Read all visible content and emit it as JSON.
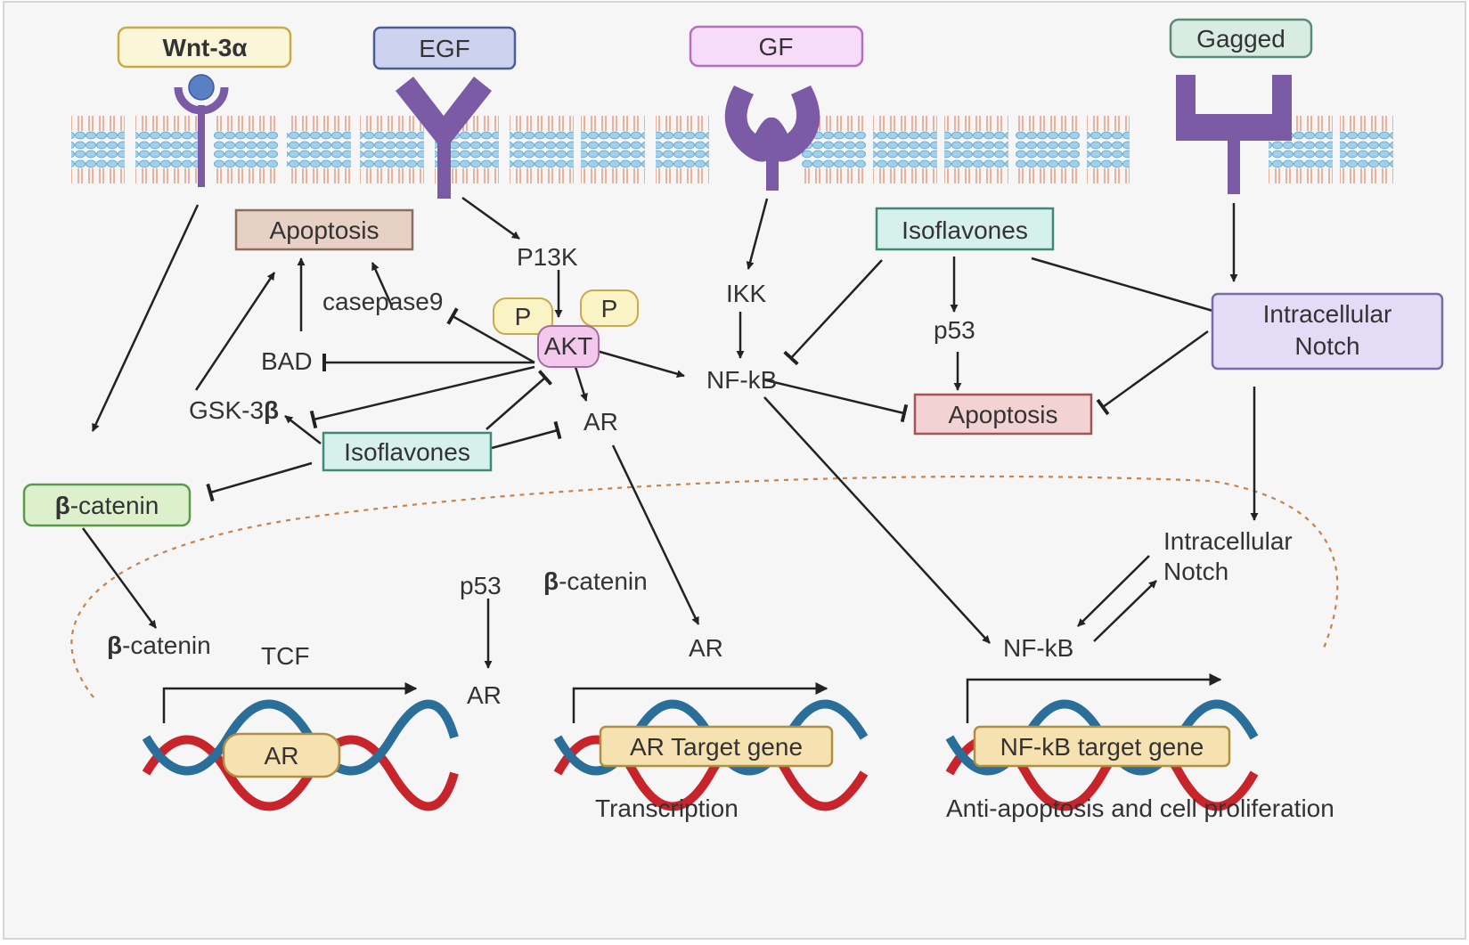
{
  "ligands": {
    "wnt": "Wnt-3α",
    "egf": "EGF",
    "gf": "GF",
    "gagged": "Gagged"
  },
  "cytoplasm": {
    "apoptosis_left": "Apoptosis",
    "pi3k": "P13K",
    "casepase9": "casepase9",
    "p_left": "P",
    "p_right": "P",
    "akt": "AKT",
    "bad": "BAD",
    "gsk3b_prefix": "GSK-3",
    "gsk3b_suffix": "β",
    "ar": "AR",
    "isoflavones_left": "Isoflavones",
    "beta_catenin_prefix": "β",
    "beta_catenin_suffix": "-catenin",
    "ikk": "IKK",
    "nfkb": "NF-kB",
    "isoflavones_right": "Isoflavones",
    "p53": "p53",
    "apoptosis_right": "Apoptosis",
    "intracellular_notch_line1": "Intracellular",
    "intracellular_notch_line2": "Notch"
  },
  "nucleus": {
    "beta_catenin_prefix": "β",
    "beta_catenin_suffix": "-catenin",
    "tcf": "TCF",
    "p53": "p53",
    "ar_center": "AR",
    "beta_catenin2_prefix": "β",
    "beta_catenin2_suffix": "-catenin",
    "ar_right": "AR",
    "intracellular_notch_line1": "Intracellular",
    "intracellular_notch_line2": "Notch",
    "nfkb": "NF-kB"
  },
  "genes": {
    "ar_gene": "AR",
    "ar_target_gene": "AR Target gene",
    "nfkb_target_gene": "NF-kB target gene"
  },
  "captions": {
    "transcription": "Transcription",
    "anti_apoptosis": "Anti-apoptosis and cell proliferation"
  },
  "colors": {
    "wnt_box": "#fbf6d8",
    "egf_box": "#cdd3ee",
    "gf_box": "#f6dcf8",
    "gagged_box": "#d8ece4",
    "receptor": "#7b5aa6",
    "apoptosis_box": "#e6d1c4",
    "isoflavones_box": "#d6f0ec",
    "catenin_box": "#dcf0cc",
    "notch_box": "#e2dcf6",
    "apoptosis_box2": "#f2d2d2",
    "akt": "#f2c8ec",
    "phospho": "#faf3c6",
    "gene_box": "#f6e2b0",
    "dna_red": "#c8242c",
    "dna_blue": "#2a6f9a"
  }
}
